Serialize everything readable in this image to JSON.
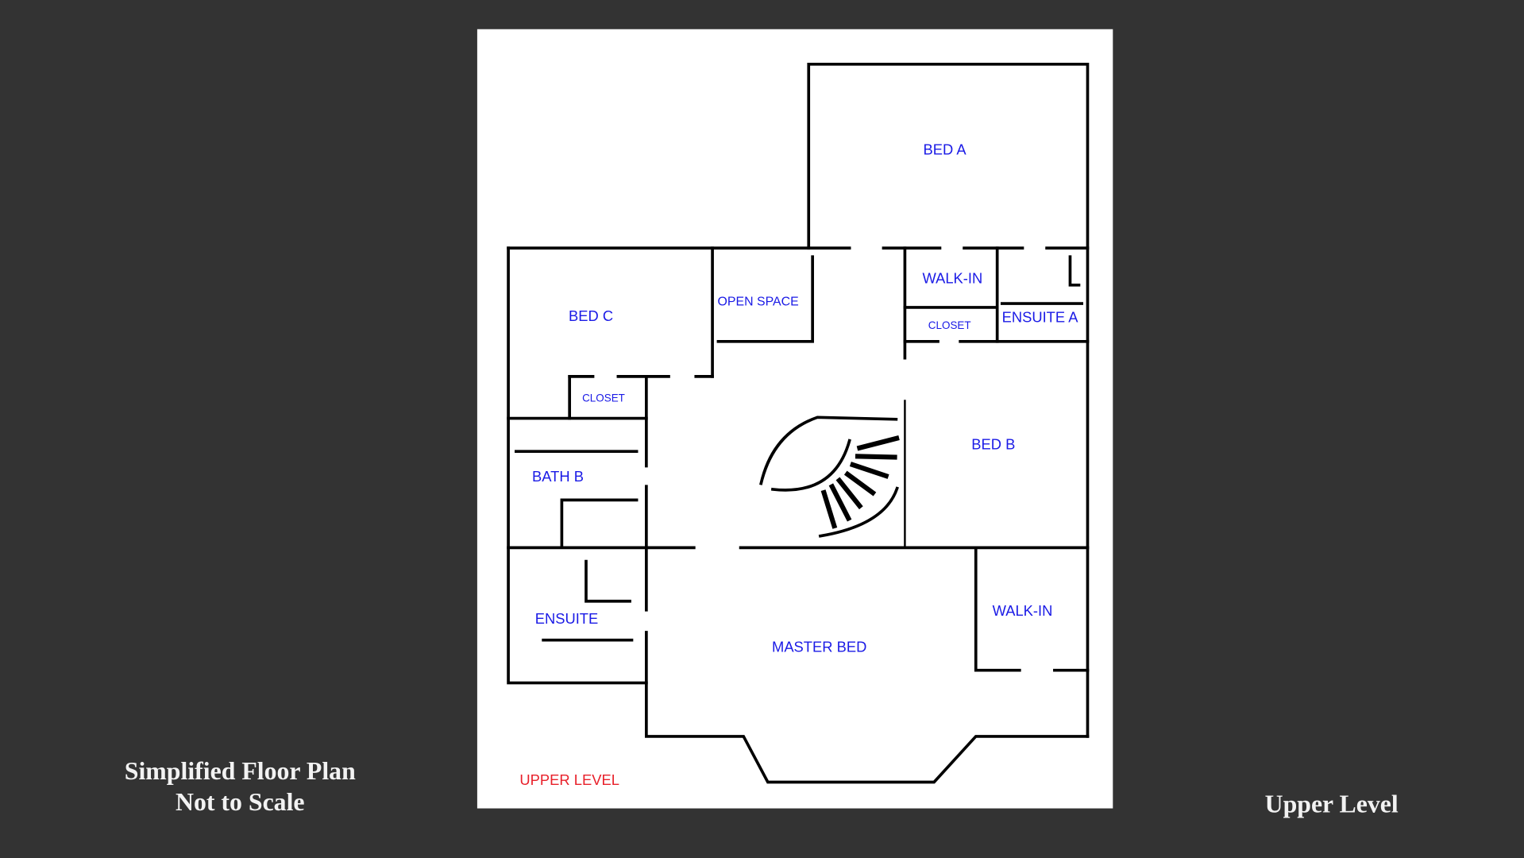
{
  "plan": {
    "rooms": {
      "bed_a": "BED A",
      "bed_b": "BED B",
      "bed_c": "BED C",
      "open_space": "OPEN SPACE",
      "walk_in_a": "WALK-IN",
      "closet_a": "CLOSET",
      "ensuite_a": "ENSUITE A",
      "closet_c": "CLOSET",
      "bath_b": "BATH B",
      "ensuite": "ENSUITE",
      "master_bed": "MASTER BED",
      "walk_in_master": "WALK-IN"
    },
    "level_label": "UPPER LEVEL"
  },
  "captions": {
    "left_line1": "Simplified Floor Plan",
    "left_line2": "Not to Scale",
    "right": "Upper Level"
  },
  "colors": {
    "background": "#333333",
    "room_label": "#1a1ae6",
    "level_label": "#e8202a"
  }
}
